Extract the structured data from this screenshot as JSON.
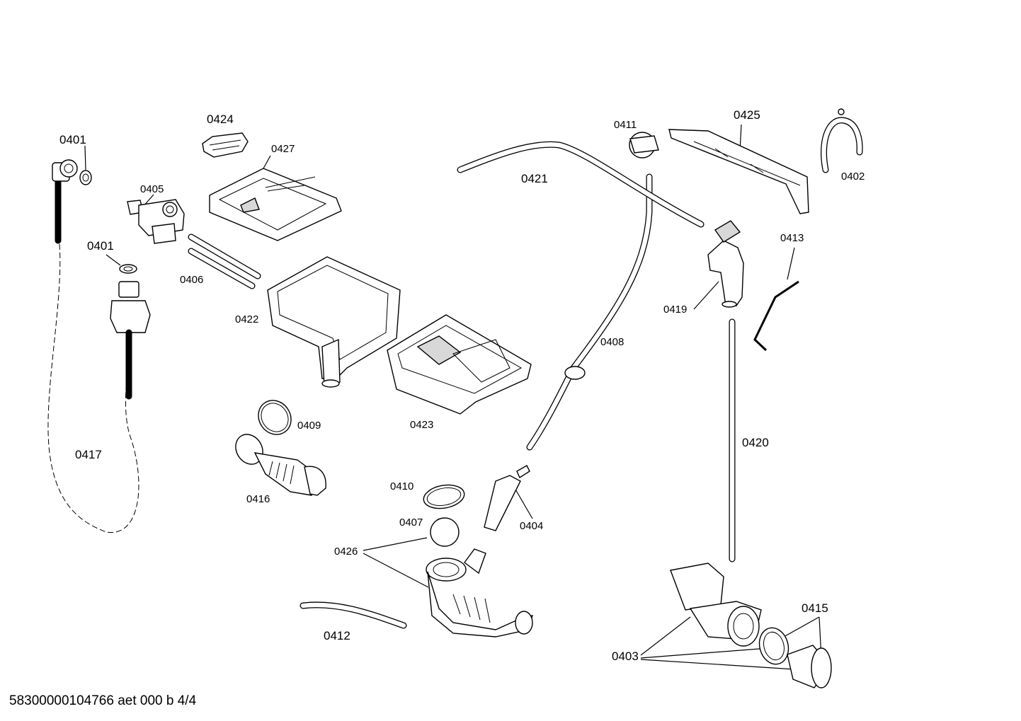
{
  "diagram": {
    "part_labels": [
      "0401",
      "0401",
      "0424",
      "0427",
      "0405",
      "0406",
      "0422",
      "0423",
      "0409",
      "0416",
      "0417",
      "0410",
      "0407",
      "0426",
      "0412",
      "0404",
      "0408",
      "0421",
      "0411",
      "0425",
      "0402",
      "0413",
      "0419",
      "0420",
      "0415",
      "0403"
    ]
  },
  "footer": {
    "document_id": "58300000104766 aet 000 b 4/4"
  }
}
